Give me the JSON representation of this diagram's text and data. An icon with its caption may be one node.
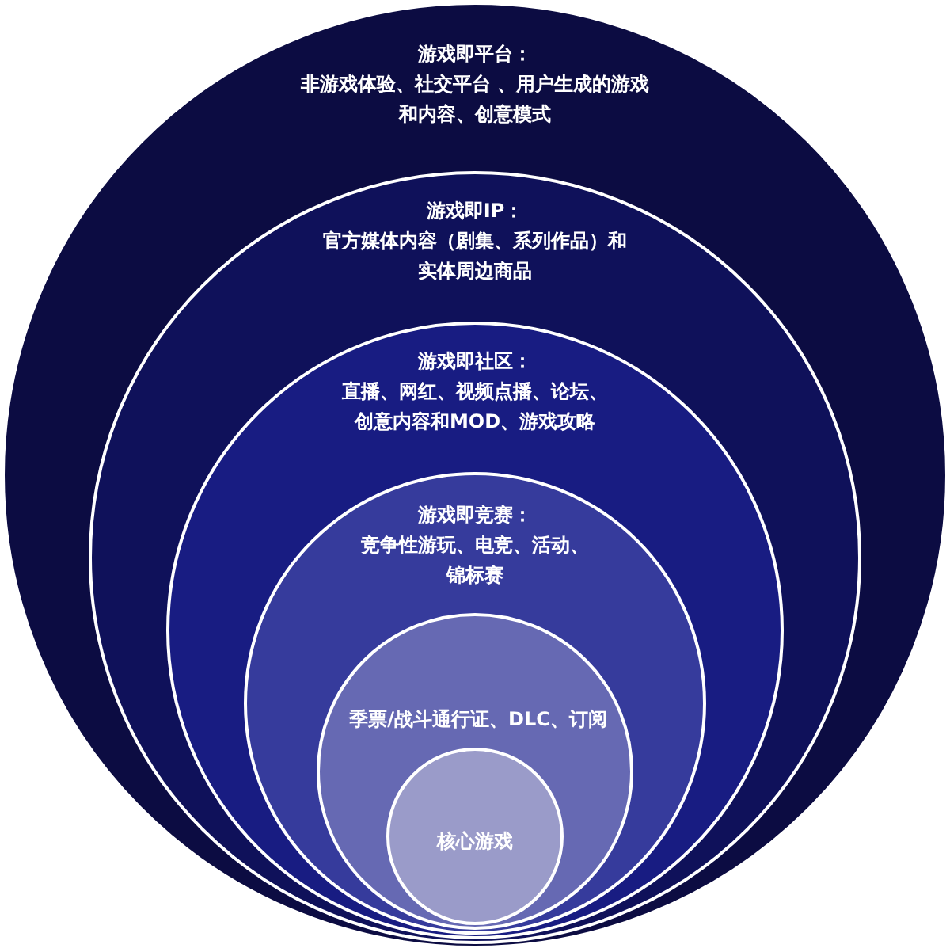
{
  "diagram": {
    "nodes": [
      {
        "text": [
          "游戏即平台：",
          "非游戏体验、社交平台 、用户生成的游戏和内容、创意模式"
        ]
      },
      {
        "text": [
          "游戏即IP：",
          "官方媒体内容（剧集、系列作品）和实体周边商品"
        ],
        "in": 0
      },
      {
        "text": [
          "游戏即社区：",
          "直播、网红、视频点播、论坛、创意内容和MOD、游戏攻略"
        ],
        "in": 1
      },
      {
        "text": [
          "游戏即竞赛：",
          "竞争性游玩、电竞、活动、锦标赛"
        ],
        "in": 2
      },
      {
        "text": [
          "季票/战斗通行证、DLC、订阅"
        ],
        "in": 3
      },
      {
        "text": [
          "核心游戏"
        ],
        "in": 4
      }
    ]
  }
}
